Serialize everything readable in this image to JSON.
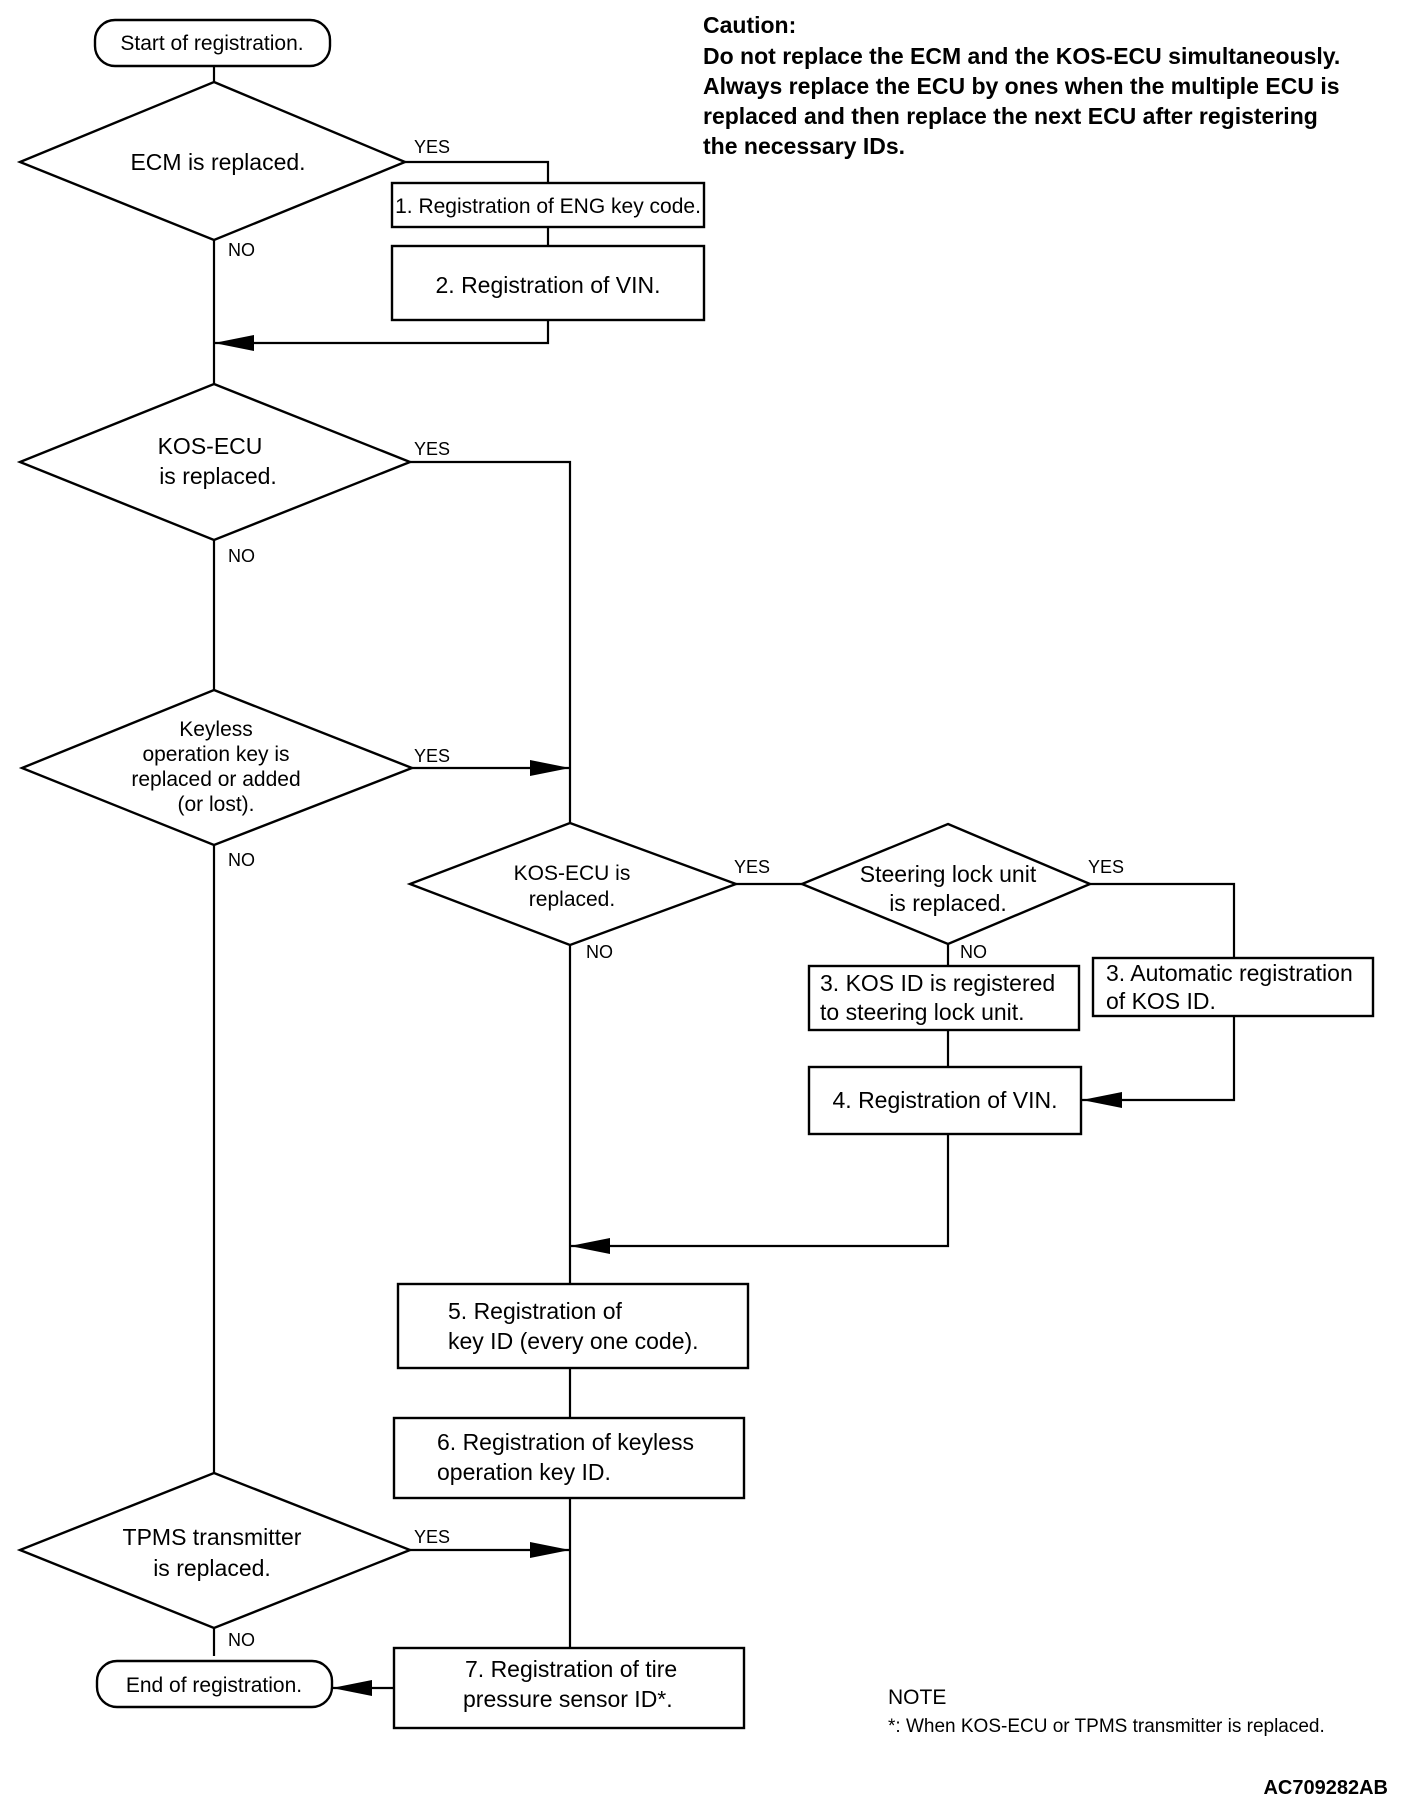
{
  "caution": {
    "title": "Caution:",
    "lines": [
      "Do not replace the ECM and the KOS-ECU simultaneously.",
      "Always replace the ECU by ones when the multiple ECU is",
      "replaced and then replace the next ECU after registering",
      "the necessary IDs."
    ]
  },
  "start": "Start of registration.",
  "end": "End of registration.",
  "decisions": {
    "ecm": [
      "ECM is replaced."
    ],
    "kos1": [
      "KOS-ECU",
      "is replaced."
    ],
    "keyless": [
      "Keyless",
      "operation key is",
      "replaced or added",
      "(or lost)."
    ],
    "kos2": [
      "KOS-ECU is",
      "replaced."
    ],
    "steering": [
      "Steering lock unit",
      "is replaced."
    ],
    "tpms": [
      "TPMS transmitter",
      "is replaced."
    ]
  },
  "steps": {
    "s1": [
      "1. Registration of ENG key code."
    ],
    "s2": [
      "2. Registration of VIN."
    ],
    "s3a": [
      "3. KOS ID is registered",
      "to steering lock unit."
    ],
    "s3b": [
      "3. Automatic registration",
      "of KOS ID."
    ],
    "s4": [
      "4. Registration of VIN."
    ],
    "s5": [
      "5. Registration of",
      "key ID (every one code)."
    ],
    "s6": [
      "6. Registration of keyless",
      "operation key ID."
    ],
    "s7": [
      "7. Registration of tire",
      "pressure sensor ID*."
    ]
  },
  "branch_labels": {
    "yes": "YES",
    "no": "NO"
  },
  "note": {
    "title": "NOTE",
    "text": "*: When KOS-ECU or TPMS transmitter is replaced."
  },
  "figure_code": "AC709282AB"
}
